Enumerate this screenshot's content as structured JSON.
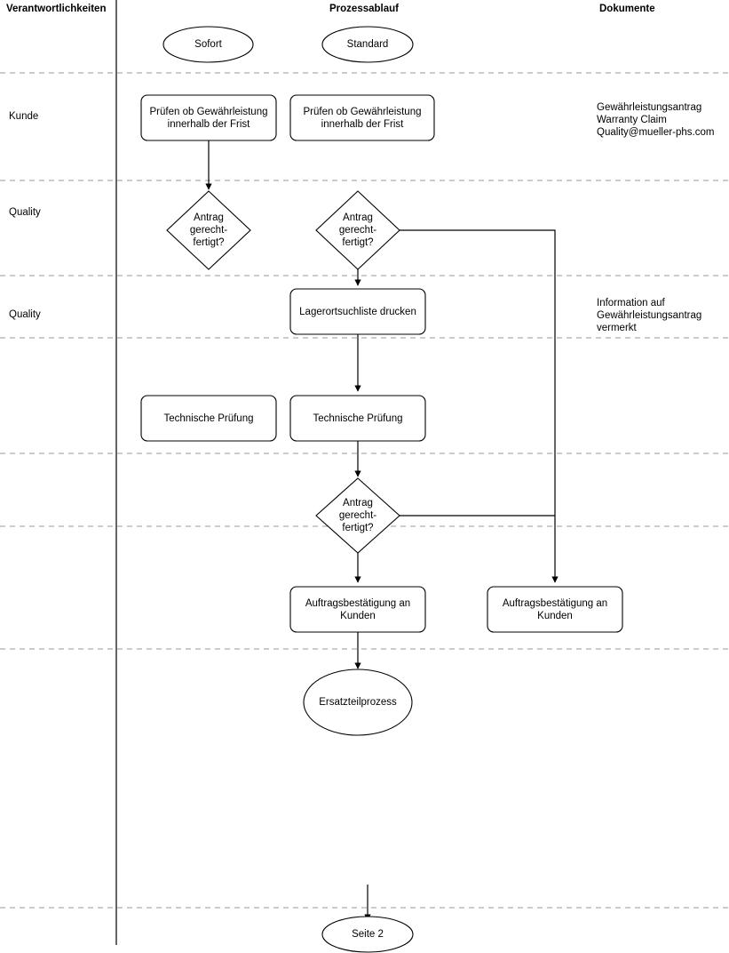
{
  "diagram": {
    "type": "swimlane-flowchart",
    "stroke_color": "#000000",
    "divider_color": "#9a9a9a",
    "background": "#ffffff",
    "columns": [
      {
        "id": "responsibilities",
        "label": "Verantwortlichkeiten"
      },
      {
        "id": "process",
        "label": "Prozessablauf"
      },
      {
        "id": "documents",
        "label": "Dokumente"
      }
    ],
    "lanes": [
      {
        "id": "lane-kunde",
        "label": "Kunde"
      },
      {
        "id": "lane-quality-1",
        "label": "Quality"
      },
      {
        "id": "lane-quality-2",
        "label": "Quality"
      }
    ],
    "start_nodes": [
      {
        "id": "start-sofort",
        "label": "Sofort",
        "shape": "ellipse"
      },
      {
        "id": "start-standard",
        "label": "Standard",
        "shape": "ellipse"
      }
    ],
    "nodes": [
      {
        "id": "pruefen-sofort",
        "label": "Prüfen ob Gewährleistung\ninnerhalb der Frist",
        "shape": "rounded-rect"
      },
      {
        "id": "pruefen-standard",
        "label": "Prüfen ob Gewährleistung\ninnerhalb der Frist",
        "shape": "rounded-rect"
      },
      {
        "id": "antrag-decision-sofort",
        "label": "Antrag\ngerecht-\nfertigt?",
        "shape": "diamond"
      },
      {
        "id": "antrag-decision-standard",
        "label": "Antrag\ngerecht-\nfertigt?",
        "shape": "diamond"
      },
      {
        "id": "lagerortsuchliste",
        "label": "Lagerortsuchliste drucken",
        "shape": "rounded-rect"
      },
      {
        "id": "technische-pruefung-sofort",
        "label": "Technische Prüfung",
        "shape": "rounded-rect"
      },
      {
        "id": "technische-pruefung-standard",
        "label": "Technische Prüfung",
        "shape": "rounded-rect"
      },
      {
        "id": "antrag-decision-2",
        "label": "Antrag\ngerecht-\nfertigt?",
        "shape": "diamond"
      },
      {
        "id": "auftragsbestaetigung-main",
        "label": "Auftragsbestätigung an\nKunden",
        "shape": "rounded-rect"
      },
      {
        "id": "auftragsbestaetigung-reject",
        "label": "Auftragsbestätigung an\nKunden",
        "shape": "rounded-rect"
      },
      {
        "id": "ersatzteilprozess",
        "label": "Ersatzteilprozess",
        "shape": "ellipse"
      },
      {
        "id": "seite-2",
        "label": "Seite 2",
        "shape": "ellipse"
      }
    ],
    "documents": [
      {
        "id": "doc-warranty",
        "text": "Gewährleistungsantrag\nWarranty Claim\nQuality@mueller-phs.com"
      },
      {
        "id": "doc-information",
        "text": "Information auf\nGewährleistungsantrag\nvermerkt"
      }
    ]
  }
}
